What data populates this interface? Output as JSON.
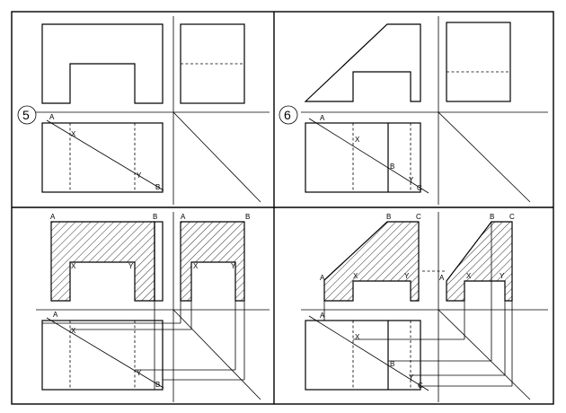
{
  "panels": {
    "p5_top": {
      "number": "5",
      "labels": {
        "A": "A",
        "X": "X",
        "Y": "Y",
        "B": "B"
      }
    },
    "p6_top": {
      "number": "6",
      "labels": {
        "A": "A",
        "X": "X",
        "B": "B",
        "Y": "Y",
        "C": "C"
      }
    },
    "p5_bottom": {
      "labels": {
        "A1": "A",
        "B1": "B",
        "A2": "A",
        "B2": "B",
        "X1": "X",
        "Y1": "Y",
        "X2": "X",
        "Y2": "Y",
        "A3": "A",
        "X3": "X",
        "Y3": "Y",
        "B3": "B"
      }
    },
    "p6_bottom": {
      "labels": {
        "B1": "B",
        "C1": "C",
        "B2": "B",
        "C2": "C",
        "A1": "A",
        "X1": "X",
        "Y1": "Y",
        "A2": "A",
        "X2": "X",
        "Y2": "Y",
        "A3": "A",
        "X3": "X",
        "B3": "B",
        "Y3": "Y",
        "C3": "C"
      }
    }
  }
}
